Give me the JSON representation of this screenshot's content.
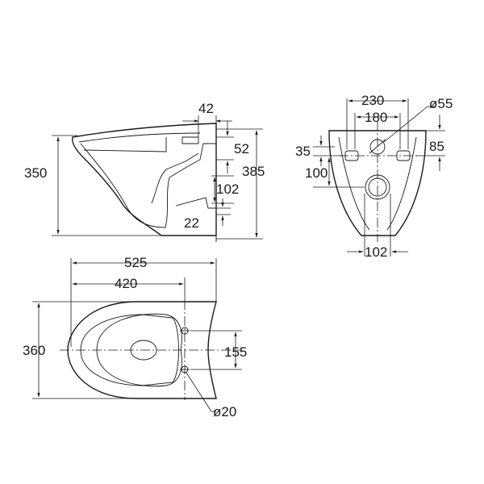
{
  "side_view": {
    "dims": {
      "d42": "42",
      "d52": "52",
      "d350": "350",
      "d385": "385",
      "d102": "102",
      "d22": "22"
    }
  },
  "rear_view": {
    "dims": {
      "d230": "230",
      "d55": "ø55",
      "d180": "180",
      "d35": "35",
      "d85": "85",
      "d100": "100",
      "d102": "102"
    }
  },
  "top_view": {
    "dims": {
      "d525": "525",
      "d420": "420",
      "d360": "360",
      "d155": "155",
      "d20": "ø20"
    }
  }
}
